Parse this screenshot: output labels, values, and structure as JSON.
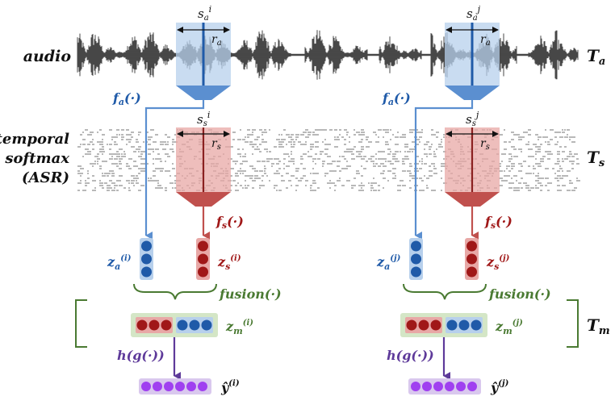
{
  "left_labels": {
    "audio": "audio",
    "temporal_line1": "temporal",
    "temporal_line2": "softmax",
    "temporal_line3": "(ASR)"
  },
  "right_labels": {
    "Ta_main": "T",
    "Ta_sub": "a",
    "Ts_main": "T",
    "Ts_sub": "s",
    "Tm_main": "T",
    "Tm_sub": "m"
  },
  "columns": [
    {
      "idx": "i",
      "audio_s_main": "s",
      "audio_s_sub": "a",
      "audio_s_sup": "i",
      "audio_r_main": "r",
      "audio_r_sub": "a",
      "asr_s_main": "s",
      "asr_s_sub": "s",
      "asr_s_sup": "i",
      "asr_r_main": "r",
      "asr_r_sub": "s",
      "fa_main": "f",
      "fa_sub": "a",
      "fa_arg": "(·)",
      "fs_main": "f",
      "fs_sub": "s",
      "fs_arg": "(·)",
      "za_main": "z",
      "za_sub": "a",
      "za_sup": "(i)",
      "zs_main": "z",
      "zs_sub": "s",
      "zs_sup": "(i)",
      "fusion": "fusion(·)",
      "zm_main": "z",
      "zm_sub": "m",
      "zm_sup": "(i)",
      "hg": "h(g(·))",
      "y_main": "ŷ",
      "y_sup": "(i)"
    },
    {
      "idx": "j",
      "audio_s_main": "s",
      "audio_s_sub": "a",
      "audio_s_sup": "j",
      "audio_r_main": "r",
      "audio_r_sub": "a",
      "asr_s_main": "s",
      "asr_s_sub": "s",
      "asr_s_sup": "j",
      "asr_r_main": "r",
      "asr_r_sub": "s",
      "fa_main": "f",
      "fa_sub": "a",
      "fa_arg": "(·)",
      "fs_main": "f",
      "fs_sub": "s",
      "fs_arg": "(·)",
      "za_main": "z",
      "za_sub": "a",
      "za_sup": "(j)",
      "zs_main": "z",
      "zs_sub": "s",
      "zs_sup": "(j)",
      "fusion": "fusion(·)",
      "zm_main": "z",
      "zm_sub": "m",
      "zm_sup": "(j)",
      "hg": "h(g(·))",
      "y_main": "ŷ",
      "y_sup": "(j)"
    }
  ],
  "colors": {
    "audio_blue": "#5b8fd0",
    "audio_window": "#b7d0ec",
    "asr_red": "#c0504d",
    "asr_window": "#e8a8a6",
    "fusion_green": "#4a7a32",
    "fused_bg": "#d4e6c6",
    "output_purple": "#7040a8",
    "output_node": "#a040f0",
    "output_bg": "#d9c8ee",
    "za_node": "#1f5aa8",
    "zs_node": "#a01818"
  }
}
